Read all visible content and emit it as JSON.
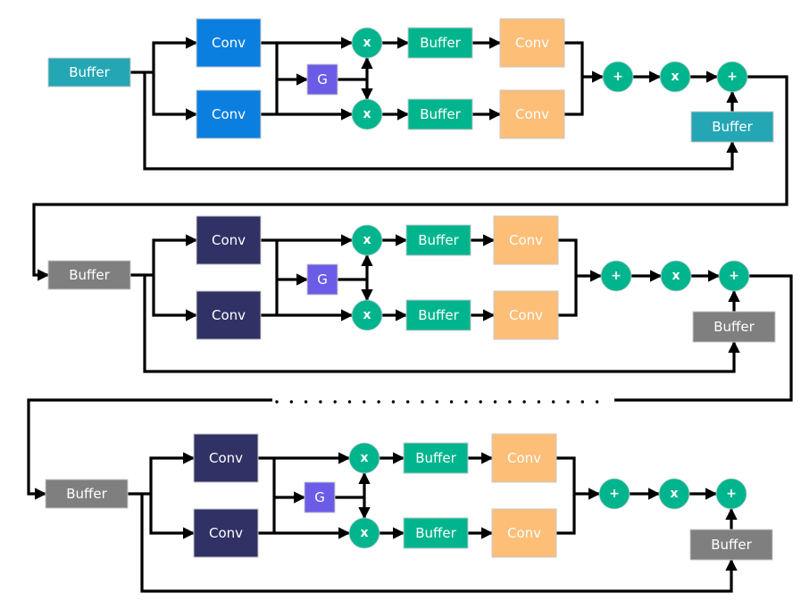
{
  "colors": {
    "input_buffer_first": "#24A6B4",
    "input_buffer_other": "#7F7F7F",
    "conv_first": "#0B7FE0",
    "conv_other": "#303266",
    "gate": "#6B5CE7",
    "mid_buffer": "#00B58E",
    "out_conv": "#FDBE78",
    "op_circle": "#00B58E",
    "wire": "#000000",
    "box_border": "#C8C8C8"
  },
  "labels": {
    "buffer": "Buffer",
    "conv": "Conv",
    "gate": "G",
    "mul": "x",
    "add": "+"
  },
  "blocks": [
    {
      "id": "block-1",
      "input_buffer_label": "Buffer",
      "conv_top_label": "Conv",
      "conv_bottom_label": "Conv",
      "gate_label": "G",
      "mul_top_label": "x",
      "mul_bottom_label": "x",
      "buffer_top_label": "Buffer",
      "buffer_bottom_label": "Buffer",
      "out_conv_top_label": "Conv",
      "out_conv_bottom_label": "Conv",
      "add1_label": "+",
      "mul_out_label": "x",
      "add2_label": "+",
      "skip_buffer_label": "Buffer",
      "style": "first"
    },
    {
      "id": "block-2",
      "input_buffer_label": "Buffer",
      "conv_top_label": "Conv",
      "conv_bottom_label": "Conv",
      "gate_label": "G",
      "mul_top_label": "x",
      "mul_bottom_label": "x",
      "buffer_top_label": "Buffer",
      "buffer_bottom_label": "Buffer",
      "out_conv_top_label": "Conv",
      "out_conv_bottom_label": "Conv",
      "add1_label": "+",
      "mul_out_label": "x",
      "add2_label": "+",
      "skip_buffer_label": "Buffer",
      "style": "other"
    },
    {
      "id": "block-3",
      "input_buffer_label": "Buffer",
      "conv_top_label": "Conv",
      "conv_bottom_label": "Conv",
      "gate_label": "G",
      "mul_top_label": "x",
      "mul_bottom_label": "x",
      "buffer_top_label": "Buffer",
      "buffer_bottom_label": "Buffer",
      "out_conv_top_label": "Conv",
      "out_conv_bottom_label": "Conv",
      "add1_label": "+",
      "mul_out_label": "x",
      "add2_label": "+",
      "skip_buffer_label": "Buffer",
      "style": "other"
    }
  ],
  "ellipsis": "repeated blocks omitted (dotted connector)"
}
